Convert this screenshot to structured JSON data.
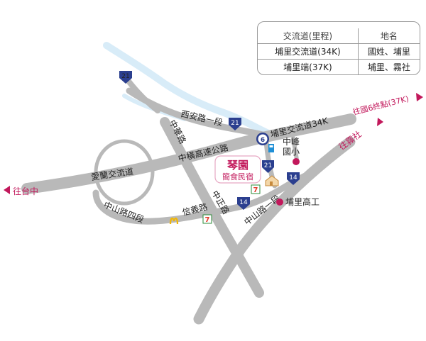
{
  "legend": {
    "headers": [
      "交流道(里程)",
      "地名"
    ],
    "rows": [
      {
        "interchange": "埔里交流道(34K)",
        "places": "國姓、埔里"
      },
      {
        "interchange": "埔里端(37K)",
        "places": "埔里、霧社"
      }
    ]
  },
  "roads": {
    "xian": "西安路一段",
    "zhonghua": "中華路",
    "zhongheng": "中橫高速公路",
    "ailan": "愛蘭交流道",
    "zhongshan4": "中山路四段",
    "xinyi": "信義路",
    "zhengzhong": "中正路",
    "zhongshan1": "中山路一段",
    "puli_ic": "埔里交流道34K"
  },
  "shields": {
    "r21": "21",
    "r6": "6",
    "r14": "14"
  },
  "directions": {
    "taichung": "往台中",
    "wushe": "往霧社",
    "national6": "往國6終點(37K)"
  },
  "places": {
    "zhongfeng": [
      "中峰",
      "國小"
    ],
    "puli_high": "埔里高工",
    "hotel_name": "琴園",
    "hotel_type": "簡食民宿"
  },
  "colors": {
    "road": "#b9b9b9",
    "river": "#d8ecf8",
    "accent": "#c2185b",
    "shield_blue": "#2b3f8f"
  },
  "icons": {
    "hotel": "house-icon",
    "gas": "gas-station-icon",
    "seven": "convenience-store-icon",
    "mcd": "mcdonalds-icon",
    "school": "school-marker-icon",
    "highschool": "school-marker-icon"
  }
}
